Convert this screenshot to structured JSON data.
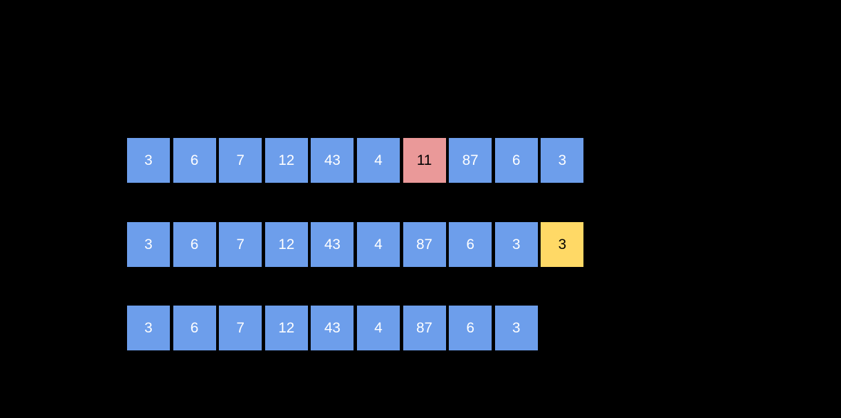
{
  "background": "#000000",
  "colors": {
    "cell_default": "#6d9eeb",
    "cell_highlight_removed": "#ea9999",
    "cell_highlight_appended": "#ffd966",
    "text_on_default": "#ffffff",
    "text_on_highlight": "#000000"
  },
  "rows": [
    {
      "name": "array-top",
      "cells": [
        {
          "value": "3",
          "variant": "default"
        },
        {
          "value": "6",
          "variant": "default"
        },
        {
          "value": "7",
          "variant": "default"
        },
        {
          "value": "12",
          "variant": "default"
        },
        {
          "value": "43",
          "variant": "default"
        },
        {
          "value": "4",
          "variant": "default"
        },
        {
          "value": "11",
          "variant": "removed"
        },
        {
          "value": "87",
          "variant": "default"
        },
        {
          "value": "6",
          "variant": "default"
        },
        {
          "value": "3",
          "variant": "default"
        }
      ]
    },
    {
      "name": "array-middle",
      "cells": [
        {
          "value": "3",
          "variant": "default"
        },
        {
          "value": "6",
          "variant": "default"
        },
        {
          "value": "7",
          "variant": "default"
        },
        {
          "value": "12",
          "variant": "default"
        },
        {
          "value": "43",
          "variant": "default"
        },
        {
          "value": "4",
          "variant": "default"
        },
        {
          "value": "87",
          "variant": "default"
        },
        {
          "value": "6",
          "variant": "default"
        },
        {
          "value": "3",
          "variant": "default"
        },
        {
          "value": "3",
          "variant": "appended"
        }
      ]
    },
    {
      "name": "array-bottom",
      "cells": [
        {
          "value": "3",
          "variant": "default"
        },
        {
          "value": "6",
          "variant": "default"
        },
        {
          "value": "7",
          "variant": "default"
        },
        {
          "value": "12",
          "variant": "default"
        },
        {
          "value": "43",
          "variant": "default"
        },
        {
          "value": "4",
          "variant": "default"
        },
        {
          "value": "87",
          "variant": "default"
        },
        {
          "value": "6",
          "variant": "default"
        },
        {
          "value": "3",
          "variant": "default"
        }
      ]
    }
  ]
}
